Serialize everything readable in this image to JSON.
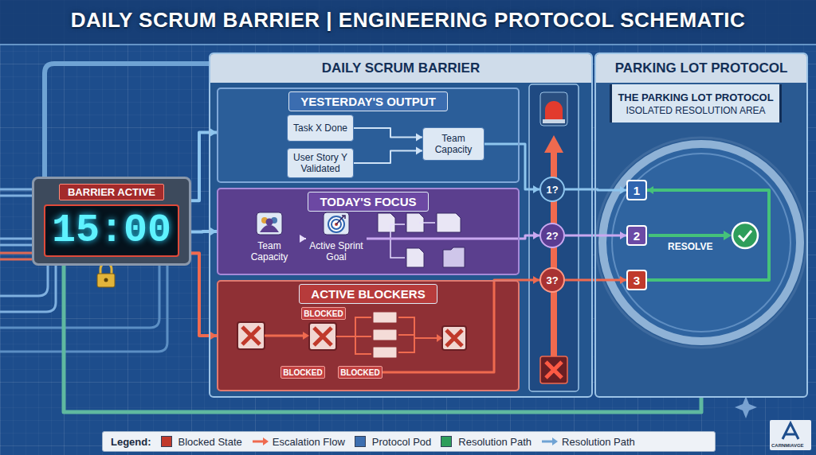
{
  "diagram": {
    "title": "DAILY SCRUM BARRIER | ENGINEERING PROTOCOL SCHEMATIC",
    "nodes": [
      {
        "text": [
          "BARRIER ACTIVE",
          "15:00"
        ]
      },
      {
        "text": [
          "DAILY SCRUM BARRIER"
        ]
      },
      {
        "text": [
          "YESTERDAY'S OUTPUT"
        ],
        "in": 1
      },
      {
        "text": [
          "Task X Done"
        ],
        "in": 2
      },
      {
        "text": [
          "User Story Y Validated"
        ],
        "in": 2
      },
      {
        "text": [
          "Team Capacity"
        ],
        "in": 2
      },
      {
        "text": [
          "TODAY'S FOCUS"
        ],
        "in": 1
      },
      {
        "text": [
          "Team Capacity"
        ],
        "in": 6
      },
      {
        "text": [
          "Active Sprint Goal"
        ],
        "in": 6
      },
      {
        "text": [
          "ACTIVE BLOCKERS"
        ],
        "in": 1
      },
      {
        "text": [
          "BLOCKED"
        ],
        "in": 9
      },
      {
        "text": [
          "BLOCKED"
        ],
        "in": 9
      },
      {
        "text": [
          "BLOCKED"
        ],
        "in": 9
      },
      {
        "text": [
          "1?"
        ],
        "in": 1
      },
      {
        "text": [
          "2?"
        ],
        "in": 1
      },
      {
        "text": [
          "3?"
        ],
        "in": 1
      },
      {
        "text": [
          "PARKING LOT PROTOCOL"
        ]
      },
      {
        "text": [
          "THE PARKING LOT PROTOCOL",
          "ISOLATED RESOLUTION AREA"
        ],
        "in": 16
      },
      {
        "text": [
          "1"
        ],
        "in": 16
      },
      {
        "text": [
          "2"
        ],
        "in": 16
      },
      {
        "text": [
          "3"
        ],
        "in": 16
      }
    ],
    "edges": [
      {
        "from": 0,
        "to": 2,
        "arrow": "to"
      },
      {
        "from": 0,
        "to": 6,
        "arrow": "to"
      },
      {
        "from": 0,
        "to": 9,
        "arrow": "to"
      },
      {
        "from": 3,
        "to": 5,
        "arrow": "to"
      },
      {
        "from": 4,
        "to": 5,
        "arrow": "to"
      },
      {
        "from": 7,
        "to": 8,
        "arrow": "to"
      },
      {
        "from": 5,
        "to": 13,
        "arrow": "to"
      },
      {
        "from": 8,
        "to": 14,
        "arrow": "to"
      },
      {
        "from": 12,
        "to": 15,
        "arrow": "to"
      },
      {
        "from": 13,
        "to": 18,
        "arrow": "to"
      },
      {
        "from": 14,
        "to": 19,
        "arrow": "to"
      },
      {
        "from": 15,
        "to": 20,
        "arrow": "to"
      },
      {
        "from": 20,
        "to": 18,
        "arrow": "to"
      },
      {
        "from": 0,
        "to": 16,
        "arrow": "none"
      }
    ],
    "labels": [
      "RESOLVE",
      "Legend:",
      "CARNMIAVGE"
    ],
    "legend": [
      {
        "text": "Blocked State",
        "color": "#c0392b"
      },
      {
        "text": "Escalation Flow"
      },
      {
        "text": "Protocol Pod",
        "color": "#3d6fb0"
      },
      {
        "text": "Resolution Path",
        "color": "#2e9e5b"
      },
      {
        "text": "Resolution Path"
      }
    ]
  }
}
